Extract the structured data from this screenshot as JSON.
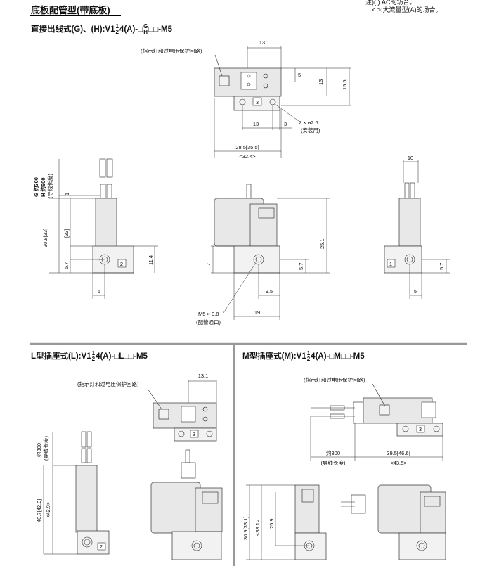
{
  "header": {
    "title": "底板配管型(带底板)",
    "note_line1": "注)(   ):AC的场合。",
    "note_line2": "<   >:大流量型(A)的场合。"
  },
  "section_g": {
    "title": "直接出线式(G)、(H):V1",
    "frac_num": "1",
    "frac_den": "2",
    "title_mid": "4(A)-□",
    "gh_top": "G",
    "gh_bot": "H",
    "title_end": "□□-M5",
    "label_indicator": "(指示灯和过电压保护回路)",
    "dim_13_1": "13.1",
    "dim_5": "5",
    "dim_13": "13",
    "dim_15_5": "15.5",
    "dim_hole": "2 × ø2.6",
    "dim_hole_note": "(安装用)",
    "dim_13b": "13",
    "dim_3": "3",
    "dim_28_5": "28.5[35.5]",
    "dim_32_4": "<32.4>",
    "dim_g300": "G 约300",
    "dim_h600": "H 约600",
    "dim_lead": "(导线长度)",
    "dim_1": "1",
    "dim_30_8": "30.8[33]",
    "dim_33": "[33]",
    "dim_5_7": "5.7",
    "dim_11_4": "11.4",
    "dim_5b": "5",
    "dim_7": "7",
    "dim_25_1": "25.1",
    "dim_5_7b": "5.7",
    "dim_9_5": "9.5",
    "dim_19": "19",
    "dim_m5": "M5 × 0.8",
    "dim_port": "(配管通口)",
    "dim_10": "10",
    "dim_5_7c": "5.7",
    "dim_5c": "5",
    "port2": "2",
    "port3": "3",
    "port1": "1"
  },
  "section_l": {
    "title": "L型插座式(L):V1",
    "frac_num": "1",
    "frac_den": "2",
    "title_end": "4(A)-□L□□-M5",
    "label_indicator": "(指示灯和过电压保护回路)",
    "dim_13_1": "13.1",
    "dim_300": "约300",
    "dim_lead": "(导线长度)",
    "dim_40_7": "40.7[42.9]",
    "dim_42_9": "<42.9>",
    "port3": "3",
    "port2": "2"
  },
  "section_m": {
    "title": "M型插座式(M):V1",
    "frac_num": "1",
    "frac_den": "2",
    "title_end": "4(A)-□M□□-M5",
    "label_indicator": "(指示灯和过电压保护回路)",
    "dim_300": "约300",
    "dim_lead": "(导线长度)",
    "dim_39_5": "39.5[46.6]",
    "dim_43_5": "<43.5>",
    "dim_30_9": "30.9[33.1]",
    "dim_33_1": "<33.1>",
    "dim_25_9": "25.9",
    "port3": "3"
  }
}
